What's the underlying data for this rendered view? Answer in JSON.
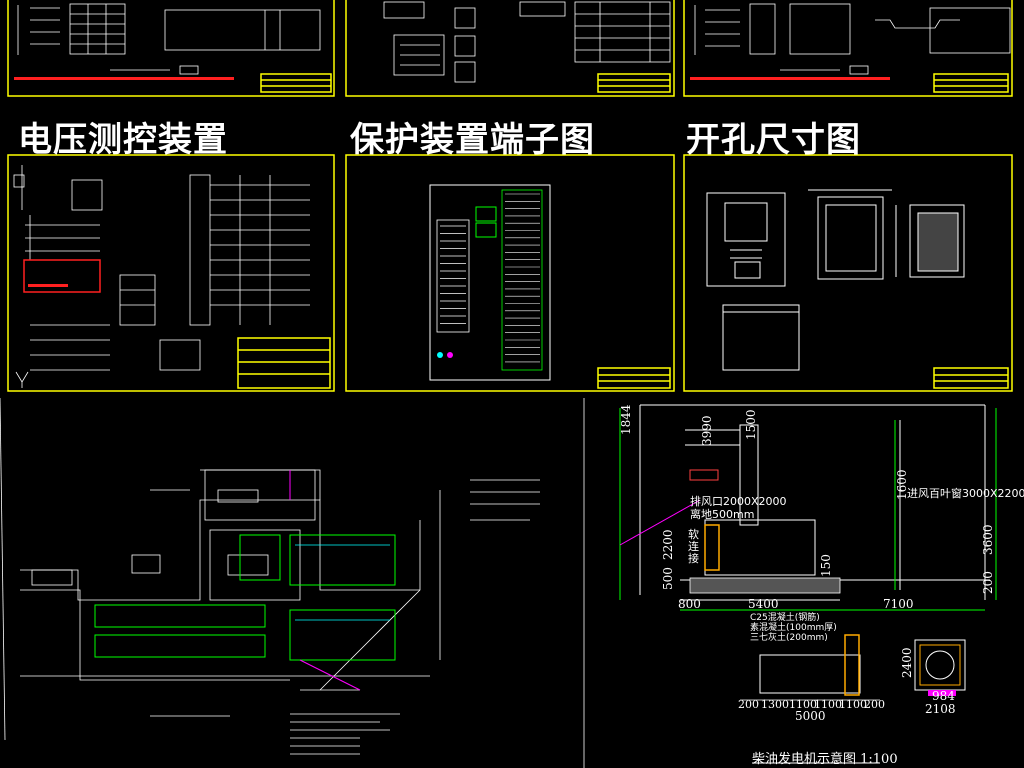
{
  "panel_titles": {
    "voltage": "电压测控装置",
    "protection": "保护装置端子图",
    "cutout": "开孔尺寸图"
  },
  "generator": {
    "title": "柴油发电机示意图 1:100",
    "dims": {
      "d1844": "1844",
      "d3990": "3990",
      "d1500": "1500",
      "d1600": "1600",
      "d2200": "2200",
      "d3600": "3600",
      "d500": "500",
      "d150": "150",
      "d200r": "200",
      "d800": "800",
      "d5400": "5400",
      "d7100": "7100",
      "d2400": "2400",
      "d984": "984",
      "d2108": "2108",
      "b200": "200",
      "b1300": "1300",
      "b1100a": "1100",
      "b1100b": "1100",
      "b1100c": "1100",
      "b200b": "200",
      "b5000": "5000"
    },
    "notes": {
      "exhaust": "排风口2000X2000",
      "ground": "离地500mm",
      "inlet": "进风百叶窗3000X2200",
      "soft1": "软",
      "soft2": "连",
      "soft3": "接",
      "c25": "C25混凝土(钢筋)",
      "base": "素混凝土(100mm厚)",
      "soil": "三七灰土(200mm)"
    }
  },
  "colors": {
    "background": "#000000",
    "frame": "#ffff00",
    "line": "#ffffff",
    "accent_red": "#ff2020",
    "accent_green": "#00ff00",
    "accent_magenta": "#ff00ff",
    "accent_cyan": "#00ffff"
  }
}
